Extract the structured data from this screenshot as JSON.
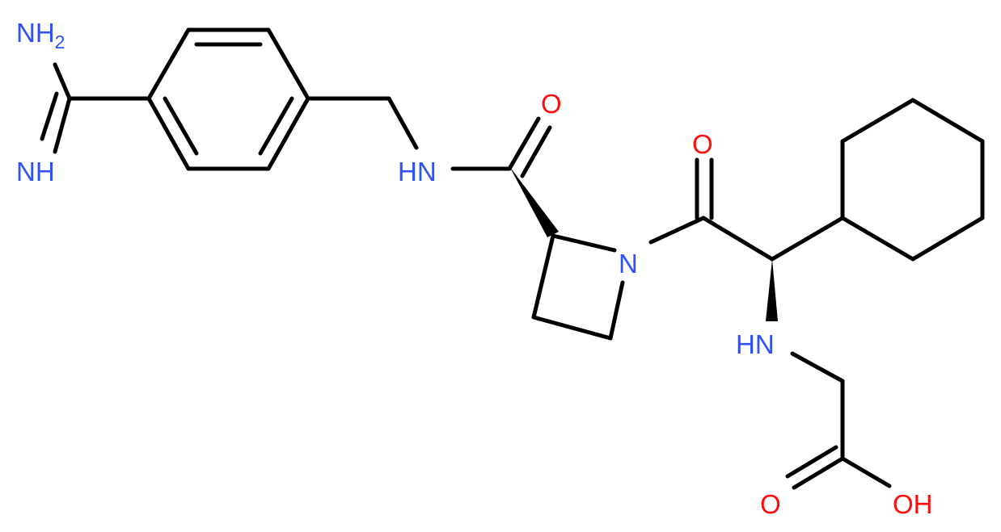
{
  "colors": {
    "bond": "#000000",
    "nitrogen": "#3050F8",
    "oxygen": "#FF0D0D"
  },
  "labels": {
    "amidine_nh2": "NH",
    "amidine_nh2_sub": "2",
    "amidine_nh": "NH",
    "amide_nh": "HN",
    "amide_o": "O",
    "azetidine_n": "N",
    "acyl_o": "O",
    "amine_nh": "HN",
    "acid_o": "O",
    "acid_oh": "OH"
  }
}
